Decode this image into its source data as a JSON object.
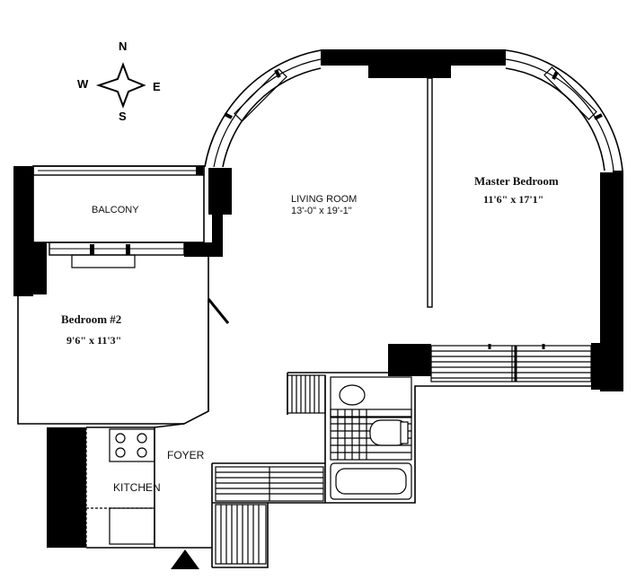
{
  "compass": {
    "n": "N",
    "s": "S",
    "e": "E",
    "w": "W"
  },
  "rooms": {
    "balcony": {
      "name": "BALCONY"
    },
    "living_room": {
      "name": "LIVING ROOM",
      "dims": "13'-0\" x 19'-1\""
    },
    "master_bedroom": {
      "name": "Master Bedroom",
      "dims": "11'6\" x 17'1\""
    },
    "bedroom_2": {
      "name": "Bedroom #2",
      "dims": "9'6\" x 11'3\""
    },
    "foyer": {
      "name": "FOYER"
    },
    "kitchen": {
      "name": "KITCHEN"
    }
  },
  "colors": {
    "wall": "#000000",
    "line": "#111111",
    "background": "#ffffff"
  }
}
